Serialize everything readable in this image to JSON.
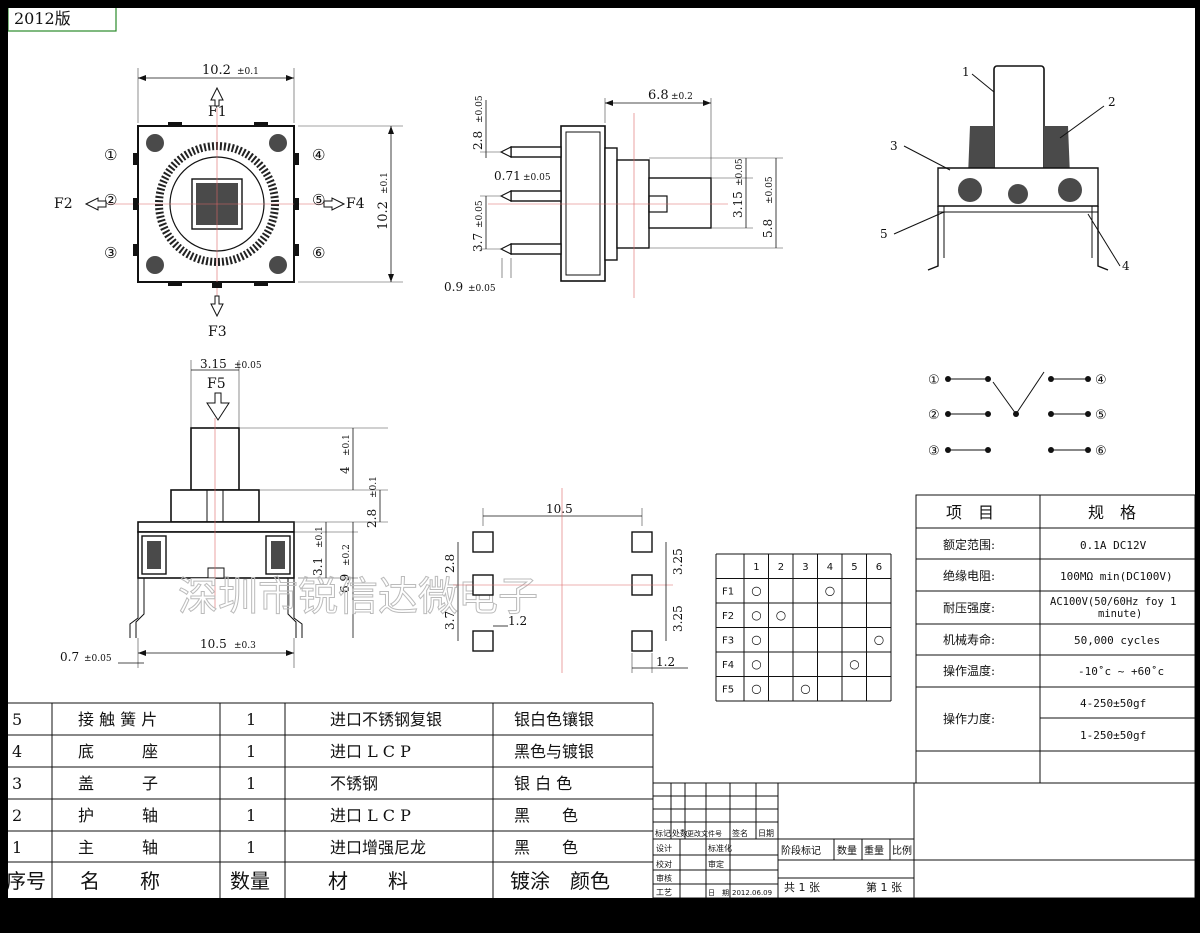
{
  "version_tag": "2012版",
  "views": {
    "top": {
      "width": "10.2",
      "width_tol": "±0.1",
      "height": "10.2",
      "height_tol": "±0.1",
      "f1": "F1",
      "f2": "F2",
      "f3": "F3",
      "f4": "F4",
      "pins": [
        "①",
        "②",
        "③",
        "④",
        "⑤",
        "⑥"
      ]
    },
    "side": {
      "d1": "6.8",
      "d1_tol": "±0.2",
      "d2": "2.8",
      "d2_tol": "±0.05",
      "d3": "0.71",
      "d3_tol": "±0.05",
      "d4": "3.7",
      "d4_tol": "±0.05",
      "d5": "0.9",
      "d5_tol": "±0.05",
      "d6": "3.15",
      "d6_tol": "±0.05",
      "d7": "5.8",
      "d7_tol": "±0.05"
    },
    "section": {
      "labels": [
        "1",
        "2",
        "3",
        "4",
        "5"
      ]
    },
    "front": {
      "top": "3.15",
      "top_tol": "±0.05",
      "f5": "F5",
      "d1": "4",
      "d1_tol": "±0.1",
      "d2": "2.8",
      "d2_tol": "±0.1",
      "d3": "3.1",
      "d3_tol": "±0.1",
      "d4": "6.9",
      "d4_tol": "±0.2",
      "width": "10.5",
      "width_tol": "±0.3",
      "pin": "0.7",
      "pin_tol": "±0.05"
    },
    "pcb": {
      "w": "10.5",
      "a": "2.8",
      "b": "3.7",
      "c": "1.2",
      "d": "3.25",
      "e": "3.25",
      "f": "1.2"
    }
  },
  "schematic": {
    "left": [
      "①",
      "②",
      "③"
    ],
    "right": [
      "④",
      "⑤",
      "⑥"
    ]
  },
  "switch_matrix": {
    "cols": [
      "1",
      "2",
      "3",
      "4",
      "5",
      "6"
    ],
    "rows": [
      {
        "label": "F1",
        "on": [
          1,
          4
        ]
      },
      {
        "label": "F2",
        "on": [
          1,
          2
        ]
      },
      {
        "label": "F3",
        "on": [
          1,
          6
        ]
      },
      {
        "label": "F4",
        "on": [
          1,
          5
        ]
      },
      {
        "label": "F5",
        "on": [
          1,
          3
        ]
      }
    ],
    "mark": "○"
  },
  "spec_table": {
    "header": [
      "项　目",
      "规　格"
    ],
    "rows": [
      [
        "额定范围:",
        "0.1A DC12V"
      ],
      [
        "绝缘电阻:",
        "100MΩ min(DC100V)"
      ],
      [
        "耐压强度:",
        "AC100V(50/60Hz foy 1 minute)"
      ],
      [
        "机械寿命:",
        "50,000 cycles"
      ],
      [
        "操作温度:",
        "-10˚c ~ +60˚c"
      ]
    ],
    "force_label": "操作力度:",
    "force_values": [
      "4-250±50gf",
      "1-250±50gf"
    ]
  },
  "bom": {
    "rows": [
      [
        "5",
        "接 触 簧 片",
        "1",
        "进口不锈钢复银",
        "银白色镶银"
      ],
      [
        "4",
        "底　　　座",
        "1",
        "进口 L C P",
        "黑色与镀银"
      ],
      [
        "3",
        "盖　　　子",
        "1",
        "不锈钢",
        "银 白 色"
      ],
      [
        "2",
        "护　　　轴",
        "1",
        "进口 L C P",
        "黑　　色"
      ],
      [
        "1",
        "主　　　轴",
        "1",
        "进口增强尼龙",
        "黑　　色"
      ]
    ],
    "header": [
      "序号",
      "名　　称",
      "数量",
      "材　　料",
      "镀涂　颜色"
    ]
  },
  "title_block": {
    "row1": [
      "标记",
      "处数",
      "更改文件号",
      "签名",
      "日期"
    ],
    "design": "设计",
    "standard": "标准化",
    "check": "校对",
    "approve": "审定",
    "review": "审核",
    "process": "工艺",
    "date_label": "日　期",
    "date": "2012.06.09",
    "stage": "阶段标记",
    "qty": "数量",
    "weight": "重量",
    "scale": "比例",
    "total": "共 1 张",
    "page": "第 1 张"
  },
  "watermark": "深圳市锐信达微电子"
}
